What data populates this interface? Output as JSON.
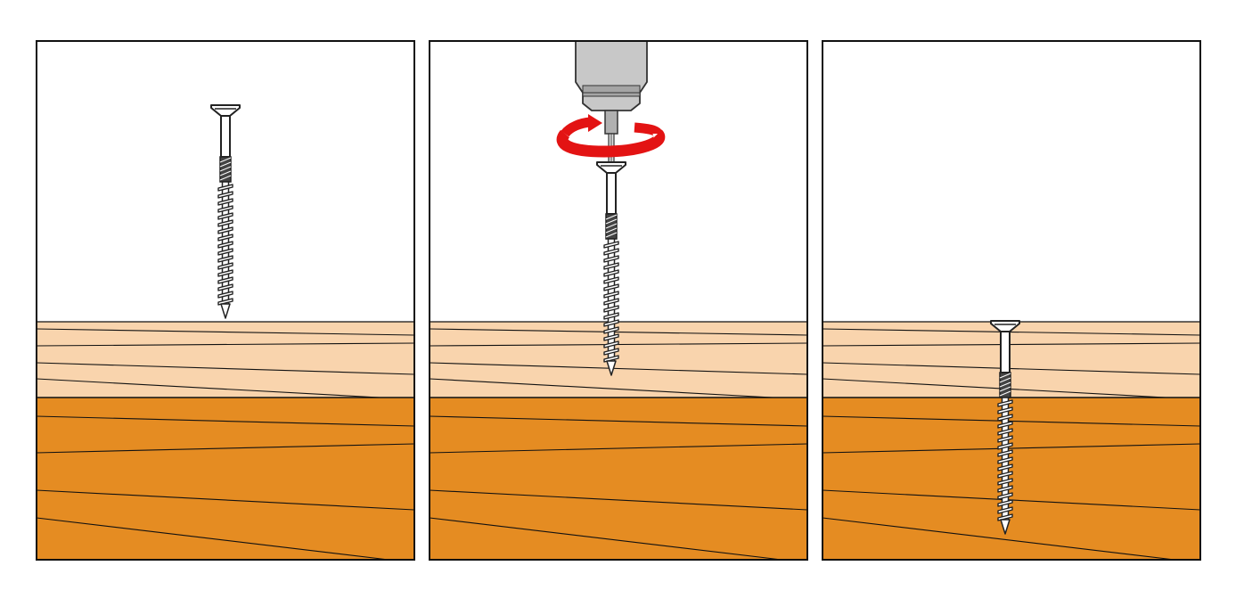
{
  "colors": {
    "background": "#ffffff",
    "frame": "#111111",
    "softwood": "#f9d4ad",
    "hardwood": "#e58c22",
    "grain": "#111111",
    "screw_fill": "#ffffff",
    "screw_stroke": "#222222",
    "shank_dark": "#444444",
    "drill_body": "#c8c8c8",
    "drill_band": "#a5a5a5",
    "rotation_arrow": "#e31313"
  },
  "panels": [
    {
      "step": 1,
      "screw_depth": "above",
      "drill_visible": false
    },
    {
      "step": 2,
      "screw_depth": "partial",
      "drill_visible": true
    },
    {
      "step": 3,
      "screw_depth": "full",
      "drill_visible": false
    }
  ],
  "icons": {
    "screw": "screw-icon",
    "drill": "drill-chuck-icon",
    "rotation": "rotation-arrow-icon"
  }
}
